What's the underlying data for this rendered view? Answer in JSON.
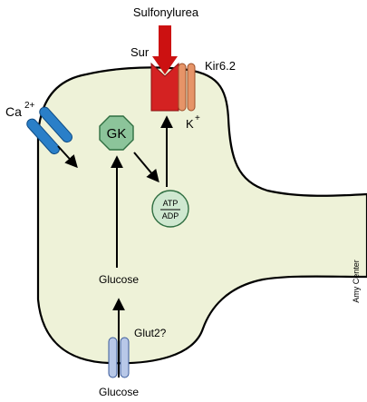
{
  "labels": {
    "drug": "Sulfonylurea",
    "sur": "Sur",
    "kir": "Kir6.2",
    "k_ion": "K",
    "k_charge": "+",
    "ca_ion": "Ca",
    "ca_charge": "2+",
    "enzyme": "GK",
    "atp": "ATP",
    "adp": "ADP",
    "glucose_inside": "Glucose",
    "transporter": "Glut2?",
    "glucose_outside": "Glucose",
    "credit": "Amy Center"
  },
  "colors": {
    "cell_fill": "#eef2d8",
    "outline": "#000000",
    "drug": "#cc1111",
    "sur": "#d42222",
    "kir": "#e69468",
    "channel_blue": "#2a7fc8",
    "glut_blue": "#b8c8e8",
    "gk_fill": "#8cc49a",
    "atp_fill": "#cfe8d0"
  },
  "icons": {
    "drug": "down-arrow-shape",
    "ca_channel": "paired-bar-channel",
    "glut2": "paired-bar-transporter"
  }
}
